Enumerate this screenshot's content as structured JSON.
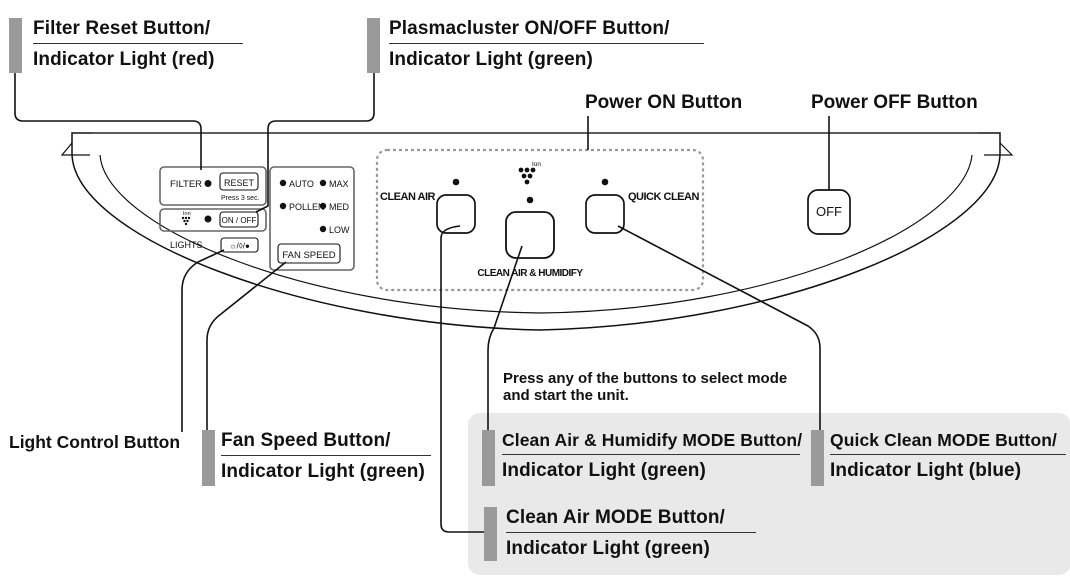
{
  "callouts": {
    "filter_reset": {
      "line1": "Filter Reset Button/",
      "line2": "Indicator Light (red)"
    },
    "plasmacluster": {
      "line1": "Plasmacluster ON/OFF Button/",
      "line2": "Indicator Light (green)"
    },
    "fan_speed": {
      "line1": "Fan Speed Button/",
      "line2": "Indicator Light (green)"
    },
    "clean_air_humidify": {
      "line1": "Clean Air & Humidify MODE Button/",
      "line2": "Indicator Light (green)"
    },
    "quick_clean": {
      "line1": "Quick Clean MODE Button/",
      "line2": "Indicator Light (blue)"
    },
    "clean_air": {
      "line1": "Clean Air MODE Button/",
      "line2": "Indicator Light (green)"
    }
  },
  "labels": {
    "power_on": "Power ON Button",
    "power_off": "Power OFF Button",
    "light_control": "Light Control Button",
    "note": "Press any of the buttons to select mode and start the unit."
  },
  "panel": {
    "filter": "FILTER",
    "reset": "RESET",
    "press_3_sec": "Press 3 sec.",
    "ion": "Ion",
    "on_off": "ON / OFF",
    "lights": "LIGHTS",
    "lights_button": "☼/◊/●",
    "auto": "AUTO",
    "max": "MAX",
    "pollen": "POLLEN",
    "med": "MED",
    "low": "LOW",
    "fan_speed": "FAN SPEED",
    "clean_air": "CLEAN AIR",
    "quick_clean": "QUICK CLEAN",
    "clean_air_humidify": "CLEAN AIR & HUMIDIFY",
    "off": "OFF"
  }
}
